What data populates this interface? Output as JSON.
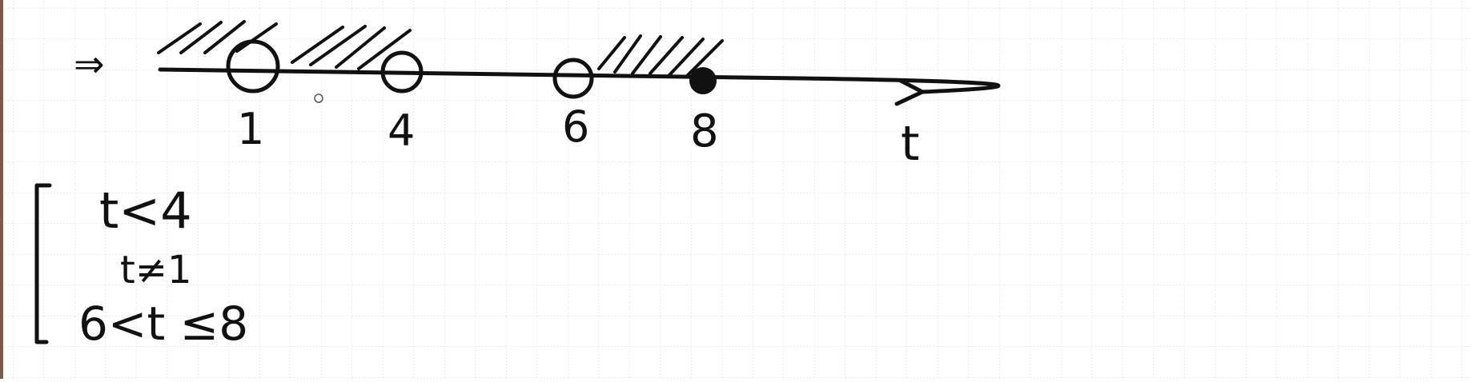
{
  "implies_symbol": "⇒",
  "number_line": {
    "variable_label": "t",
    "points": [
      {
        "value": "1",
        "filled": false
      },
      {
        "value": "4",
        "filled": false
      },
      {
        "value": "6",
        "filled": false
      },
      {
        "value": "8",
        "filled": true
      }
    ]
  },
  "system": {
    "conditions": [
      "t<4",
      "t≠1",
      "6<t ≤8"
    ]
  },
  "colors": {
    "ink": "#111111",
    "grid": "#d9d9d9",
    "background": "#ffffff"
  }
}
